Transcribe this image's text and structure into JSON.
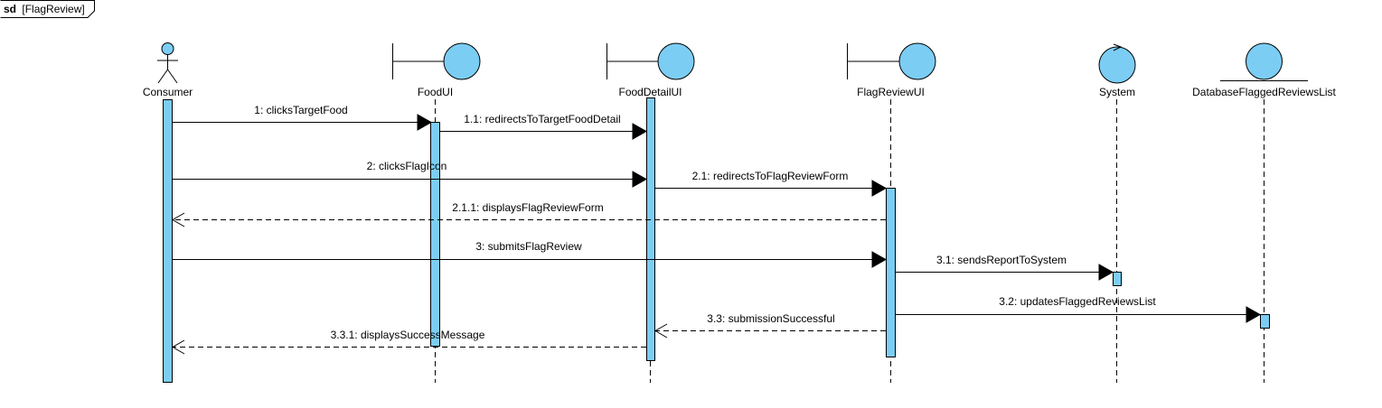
{
  "frame": {
    "keyword": "sd",
    "name": "[FlagReview]"
  },
  "colors": {
    "fill": "#7ccdf4",
    "line": "#000000",
    "background": "#ffffff"
  },
  "lifelines": [
    {
      "id": "consumer",
      "label": "Consumer",
      "kind": "actor"
    },
    {
      "id": "foodui",
      "label": "FoodUI",
      "kind": "boundary"
    },
    {
      "id": "fooddetailui",
      "label": "FoodDetailUI",
      "kind": "boundary"
    },
    {
      "id": "flagreviewui",
      "label": "FlagReviewUI",
      "kind": "boundary"
    },
    {
      "id": "system",
      "label": "System",
      "kind": "control"
    },
    {
      "id": "db",
      "label": "DatabaseFlaggedReviewsList",
      "kind": "entity"
    }
  ],
  "messages": [
    {
      "label": "1: clicksTargetFood",
      "from": "consumer",
      "to": "foodui",
      "type": "sync"
    },
    {
      "label": "1.1: redirectsToTargetFoodDetail",
      "from": "foodui",
      "to": "fooddetailui",
      "type": "sync"
    },
    {
      "label": "2: clicksFlagIcon",
      "from": "consumer",
      "to": "fooddetailui",
      "type": "sync"
    },
    {
      "label": "2.1: redirectsToFlagReviewForm",
      "from": "fooddetailui",
      "to": "flagreviewui",
      "type": "sync"
    },
    {
      "label": "2.1.1: displaysFlagReviewForm",
      "from": "flagreviewui",
      "to": "consumer",
      "type": "return"
    },
    {
      "label": "3: submitsFlagReview",
      "from": "consumer",
      "to": "flagreviewui",
      "type": "sync"
    },
    {
      "label": "3.1: sendsReportToSystem",
      "from": "flagreviewui",
      "to": "system",
      "type": "sync"
    },
    {
      "label": "3.2: updatesFlaggedReviewsList",
      "from": "flagreviewui",
      "to": "db",
      "type": "sync"
    },
    {
      "label": "3.3: submissionSuccessful",
      "from": "flagreviewui",
      "to": "fooddetailui",
      "type": "return"
    },
    {
      "label": "3.3.1: displaysSuccessMessage",
      "from": "fooddetailui",
      "to": "consumer",
      "type": "return"
    }
  ]
}
